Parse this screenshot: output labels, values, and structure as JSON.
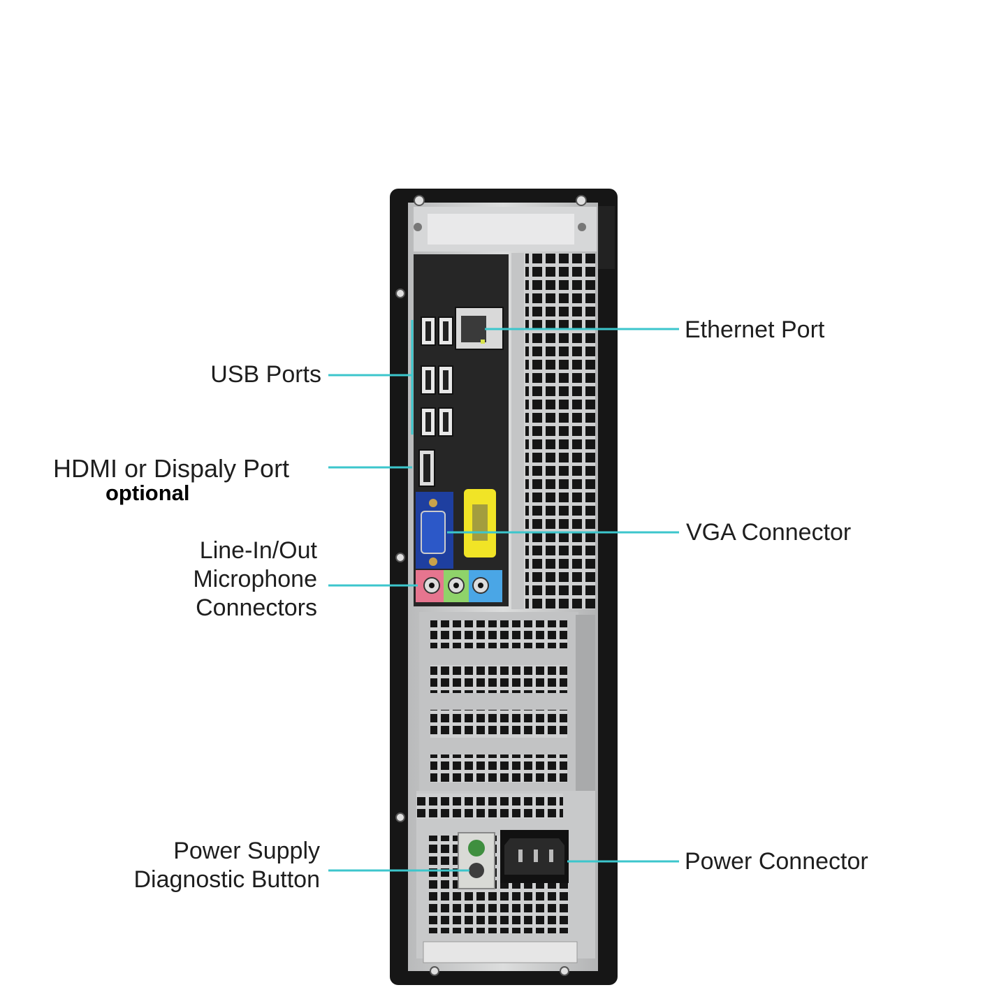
{
  "labels": {
    "usb_ports": "USB Ports",
    "hdmi_port": "HDMI or Dispaly Port",
    "hdmi_optional": "optional",
    "audio_line1": "Line-In/Out",
    "audio_line2": "Microphone",
    "audio_line3": "Connectors",
    "psu_line1": "Power Supply",
    "psu_line2": "Diagnostic Button",
    "ethernet_port": "Ethernet Port",
    "vga_connector": "VGA Connector",
    "power_connector": "Power Connector"
  },
  "colors": {
    "leader_line": "#3cc6cc",
    "case_black": "#161616",
    "metal": "#c9cacb",
    "io_panel": "#262626",
    "vga_blue": "#1e3fa0",
    "audio_pink": "#e6758f",
    "audio_green": "#8fd36a",
    "audio_blue": "#4aa6e6",
    "sticker_yellow": "#f1e426"
  },
  "icons": [
    "usb-port-icon",
    "ethernet-port-icon",
    "hdmi-port-icon",
    "vga-port-icon",
    "audio-jack-icon",
    "power-socket-icon",
    "diagnostic-led-icon",
    "screw-icon"
  ]
}
